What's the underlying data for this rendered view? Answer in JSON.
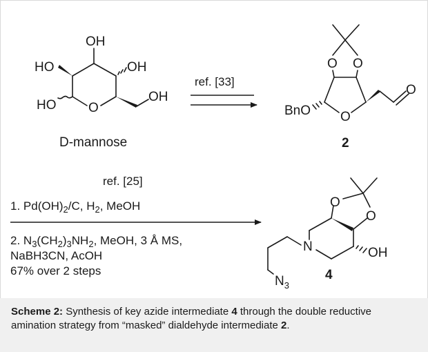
{
  "scheme": {
    "starting_material": {
      "name": "D-mannose",
      "labels": {
        "oh_top": "OH",
        "ho_left": "HO",
        "oh_right": "OH",
        "ho_anomeric": "HO",
        "ring_o": "O",
        "oh_ch2": "OH"
      }
    },
    "step1": {
      "ref": "ref. [33]"
    },
    "intermediate": {
      "number": "2",
      "labels": {
        "o_left": "O",
        "o_right": "O",
        "ring_o": "O",
        "bno": "BnO",
        "aldehyde_o": "O"
      }
    },
    "step2": {
      "ref": "ref. [25]",
      "line1": {
        "num": "1. ",
        "a": "Pd(OH)",
        "a_sub": "2",
        "b": "/C, H",
        "b_sub": "2",
        "c": ", MeOH"
      },
      "line2": {
        "a": "2. N",
        "a_sub": "3",
        "b": "(CH",
        "b_sub": "2",
        "c": ")",
        "c_sub": "3",
        "d": "NH",
        "d_sub": "2",
        "e": ", MeOH, 3 Å MS,"
      },
      "line3": "NaBH3CN, AcOH",
      "line4": "67% over 2 steps"
    },
    "product": {
      "number": "4",
      "labels": {
        "o_top": "O",
        "o_right": "O",
        "n": "N",
        "oh": "OH",
        "n3": "N",
        "n3_sub": "3"
      }
    }
  },
  "caption": {
    "prefix": "Scheme 2:",
    "part1": " Synthesis of key azide intermediate ",
    "num1": "4",
    "part2": " through the double reductive amination strategy from “masked” dialdehyde intermediate ",
    "num2": "2",
    "part3": "."
  }
}
